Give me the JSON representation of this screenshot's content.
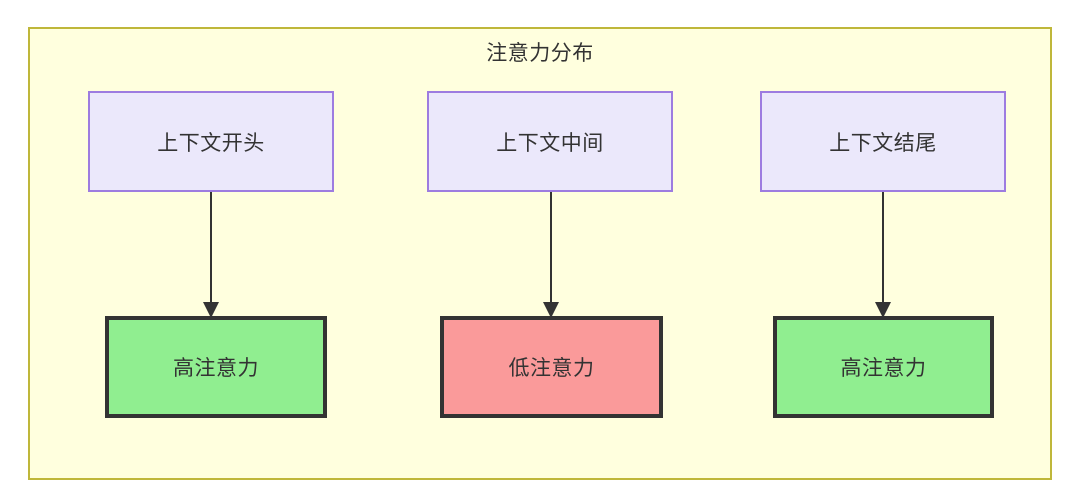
{
  "diagram": {
    "title": "注意力分布",
    "colors": {
      "container_fill": "#ffffde",
      "container_border": "#bfb73a",
      "source_fill": "#ebe8fb",
      "source_border": "#9d7ce0",
      "high_attention_fill": "#90ee90",
      "low_attention_fill": "#fa9a9a",
      "result_border": "#333333",
      "edge": "#333333",
      "text": "#333333"
    },
    "columns": [
      {
        "source_label": "上下文开头",
        "result_label": "高注意力",
        "result_state": "high"
      },
      {
        "source_label": "上下文中间",
        "result_label": "低注意力",
        "result_state": "low"
      },
      {
        "source_label": "上下文结尾",
        "result_label": "高注意力",
        "result_state": "high"
      }
    ]
  }
}
